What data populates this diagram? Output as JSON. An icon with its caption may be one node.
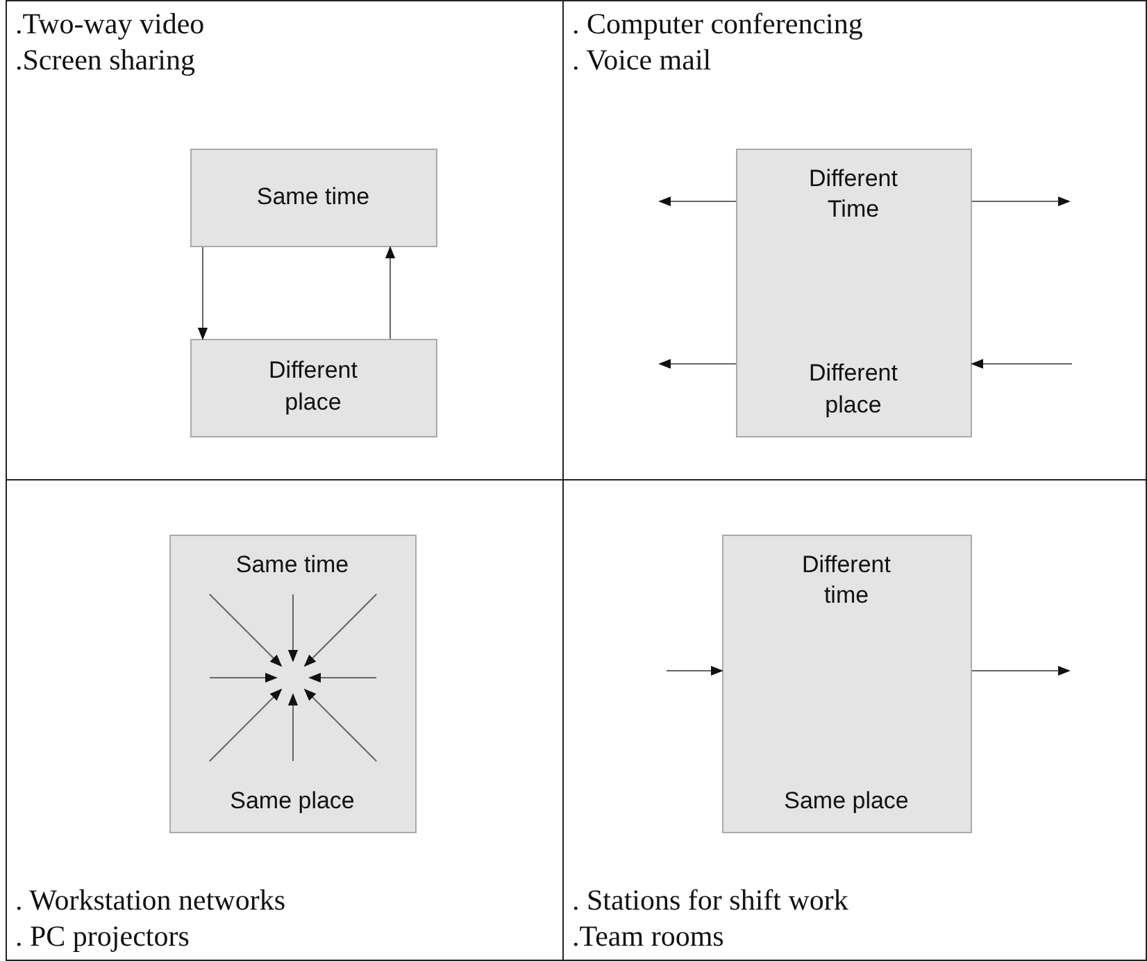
{
  "diagram": {
    "nodes": [
      {
        "text": [
          ".Two-way video",
          ".Screen sharing"
        ]
      },
      {
        "text": [
          "Same time"
        ],
        "in": 0
      },
      {
        "text": [
          "Different place"
        ],
        "in": 0
      },
      {
        "text": [
          ". Computer conferencing",
          ". Voice mail"
        ]
      },
      {
        "text": [
          "Different Time",
          "Different place"
        ],
        "in": 3
      },
      {
        "text": [
          ". Workstation networks",
          ". PC projectors"
        ]
      },
      {
        "text": [
          "Same time",
          "Same place"
        ],
        "in": 5
      },
      {
        "text": [
          ". Stations for shift work",
          ".Team rooms"
        ]
      },
      {
        "text": [
          "Different time",
          "Same place"
        ],
        "in": 7
      }
    ],
    "edges": [
      {
        "from": 1,
        "to": 2,
        "arrow": "to"
      },
      {
        "from": 2,
        "to": 1,
        "arrow": "to"
      },
      {
        "from": 4,
        "to": null,
        "arrow": "to"
      },
      {
        "from": 4,
        "to": null,
        "arrow": "to"
      },
      {
        "from": 4,
        "to": null,
        "arrow": "to"
      },
      {
        "from": null,
        "to": 4,
        "arrow": "to"
      },
      {
        "from": null,
        "to": 8,
        "arrow": "to"
      },
      {
        "from": 8,
        "to": null,
        "arrow": "to"
      }
    ]
  }
}
